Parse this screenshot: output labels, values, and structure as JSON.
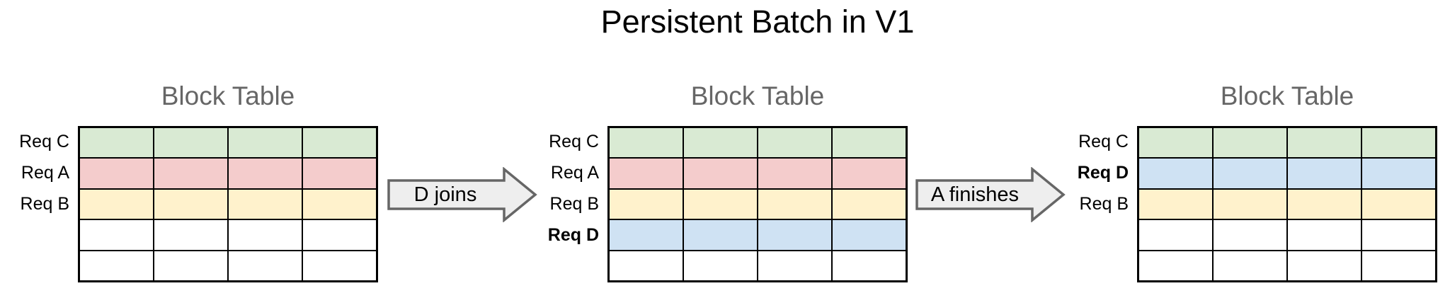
{
  "page": {
    "title": "Persistent Batch in V1"
  },
  "colors": {
    "green": "#d9ead3",
    "red": "#f4cccc",
    "yellow": "#fff2cc",
    "blue": "#cfe2f3",
    "empty": "#ffffff",
    "grid_border": "#000000",
    "arrow_fill": "#eeeeee",
    "arrow_stroke": "#666666",
    "table_title_gray": "#666666"
  },
  "tables": [
    {
      "title": "Block Table",
      "columns": 4,
      "rows": [
        {
          "label": "Req C",
          "bold": false,
          "color": "green"
        },
        {
          "label": "Req A",
          "bold": false,
          "color": "red"
        },
        {
          "label": "Req B",
          "bold": false,
          "color": "yellow"
        },
        {
          "label": "",
          "bold": false,
          "color": "empty"
        },
        {
          "label": "",
          "bold": false,
          "color": "empty"
        }
      ]
    },
    {
      "title": "Block Table",
      "columns": 4,
      "rows": [
        {
          "label": "Req C",
          "bold": false,
          "color": "green"
        },
        {
          "label": "Req A",
          "bold": false,
          "color": "red"
        },
        {
          "label": "Req B",
          "bold": false,
          "color": "yellow"
        },
        {
          "label": "Req D",
          "bold": true,
          "color": "blue"
        },
        {
          "label": "",
          "bold": false,
          "color": "empty"
        }
      ]
    },
    {
      "title": "Block Table",
      "columns": 4,
      "rows": [
        {
          "label": "Req C",
          "bold": false,
          "color": "green"
        },
        {
          "label": "Req D",
          "bold": true,
          "color": "blue"
        },
        {
          "label": "Req B",
          "bold": false,
          "color": "yellow"
        },
        {
          "label": "",
          "bold": false,
          "color": "empty"
        },
        {
          "label": "",
          "bold": false,
          "color": "empty"
        }
      ]
    }
  ],
  "arrows": [
    {
      "label": "D joins"
    },
    {
      "label": "A finishes"
    }
  ]
}
